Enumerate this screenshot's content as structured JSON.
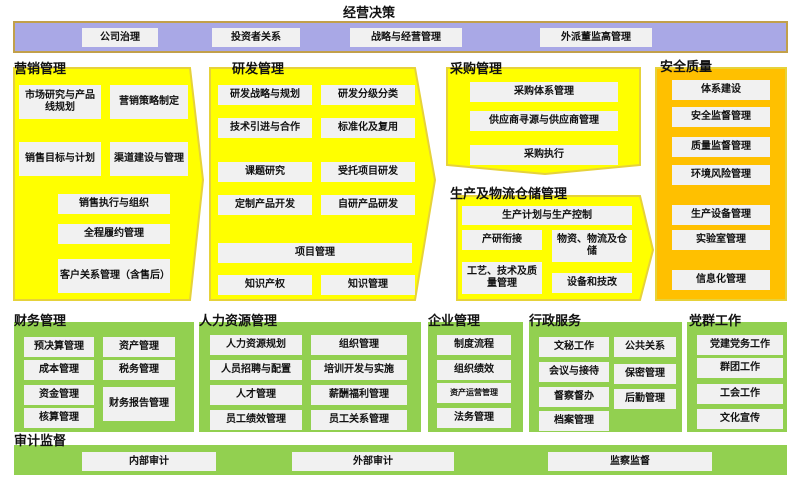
{
  "colors": {
    "decision_bar": "#a9a8e6",
    "decision_border": "#c2a04a",
    "yellow": "#ffff00",
    "yellow_border": "#e6d23a",
    "orange": "#ffc000",
    "green": "#92d050",
    "box": "#f1f1f1"
  },
  "decision": {
    "title": "经营决策",
    "items": [
      "公司治理",
      "投资者关系",
      "战略与经营管理",
      "外派董监高管理"
    ]
  },
  "marketing": {
    "title": "营销管理",
    "items": [
      "市场研究与产品线规划",
      "营销策略制定",
      "销售目标与计划",
      "渠道建设与管理",
      "销售执行与组织",
      "全程履约管理",
      "客户关系管理（含售后）"
    ]
  },
  "rnd": {
    "title": "研发管理",
    "items": [
      "研发战略与规划",
      "研发分级分类",
      "技术引进与合作",
      "标准化及复用",
      "课题研究",
      "受托项目研发",
      "定制产品开发",
      "自研产品研发",
      "项目管理",
      "知识产权",
      "知识管理"
    ]
  },
  "procurement": {
    "title": "采购管理",
    "items": [
      "采购体系管理",
      "供应商寻源与供应商管理",
      "采购执行"
    ]
  },
  "production": {
    "title": "生产及物流仓储管理",
    "items": [
      "生产计划与生产控制",
      "产研衔接",
      "物资、物流及仓储",
      "工艺、技术及质量管理",
      "设备和技改"
    ]
  },
  "safety": {
    "title": "安全质量",
    "items": [
      "体系建设",
      "安全监督管理",
      "质量监督管理",
      "环境风险管理",
      "生产设备管理",
      "实验室管理",
      "信息化管理"
    ]
  },
  "finance": {
    "title": "财务管理",
    "items": [
      "预决算管理",
      "资产管理",
      "成本管理",
      "税务管理",
      "资金管理",
      "财务报告管理",
      "核算管理"
    ]
  },
  "hr": {
    "title": "人力资源管理",
    "items": [
      "人力资源规划",
      "组织管理",
      "人员招聘与配置",
      "培训开发与实施",
      "人才管理",
      "薪酬福利管理",
      "员工绩效管理",
      "员工关系管理"
    ]
  },
  "enterprise": {
    "title": "企业管理",
    "items": [
      "制度流程",
      "组织绩效",
      "资产运营管理",
      "法务管理"
    ]
  },
  "admin": {
    "title": "行政服务",
    "items": [
      "文秘工作",
      "公共关系",
      "会议与接待",
      "保密管理",
      "督察督办",
      "后勤管理",
      "档案管理"
    ]
  },
  "party": {
    "title": "党群工作",
    "items": [
      "党建党务工作",
      "群团工作",
      "工会工作",
      "文化宣传"
    ]
  },
  "audit": {
    "title": "审计监督",
    "items": [
      "内部审计",
      "外部审计",
      "监察监督"
    ]
  }
}
